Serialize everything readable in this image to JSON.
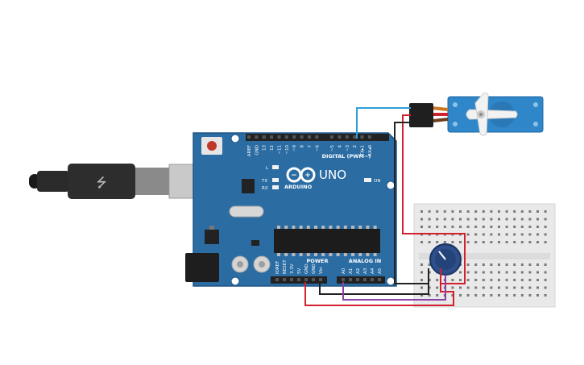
{
  "board": {
    "brand": "ARDUINO",
    "model": "UNO",
    "digital_header": "DIGITAL (PWM~)",
    "power_header": "POWER",
    "analog_header": "ANALOG IN",
    "on_label": "ON",
    "led_l": "L",
    "led_tx": "TX",
    "led_rx": "RX",
    "digital_pins": [
      "AREF",
      "GND",
      "13",
      "12",
      "~11",
      "~10",
      "~9",
      "8",
      "7",
      "~6",
      "~5",
      "4",
      "~3",
      "2",
      "TX▸1",
      "RX◂0"
    ],
    "power_pins": [
      "IOREF",
      "RESET",
      "3.3V",
      "5V",
      "GND",
      "GND",
      "Vin"
    ],
    "analog_pins": [
      "A0",
      "A1",
      "A2",
      "A3",
      "A4",
      "A5"
    ]
  },
  "colors": {
    "board": "#2b6ca3",
    "board_dark": "#1e5585",
    "wire_signal": "#2e9fd6",
    "wire_power": "#d2202f",
    "wire_ground": "#222222",
    "wire_analog": "#8b3fa7",
    "servo": "#2f86c9",
    "breadboard": "#e9e9e9"
  },
  "components": {
    "usb": "usb-b-cable",
    "servo": "micro-servo",
    "potentiometer": "potentiometer",
    "breadboard": "mini-breadboard"
  }
}
